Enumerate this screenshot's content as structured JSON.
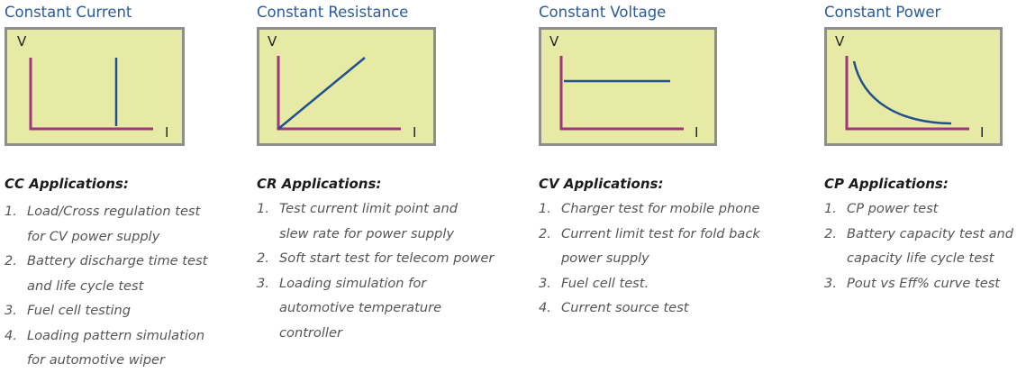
{
  "axes": {
    "y_label": "V",
    "x_label": "I"
  },
  "colors": {
    "title": "#2a5b9c",
    "graph_bg": "#e6eaa5",
    "graph_border": "#8e8e8e",
    "axis": "#a0357d",
    "curve": "#21508f"
  },
  "modes": [
    {
      "title": "Constant Current",
      "app_title": "CC Applications:",
      "curve_type": "vertical-line",
      "items": [
        {
          "num": "1.",
          "text": "Load/Cross regulation test for CV power supply"
        },
        {
          "num": "2.",
          "text": "Battery discharge time test and life cycle test"
        },
        {
          "num": "3.",
          "text": "Fuel cell testing"
        },
        {
          "num": "4.",
          "text": "Loading pattern simulation for automotive wiper"
        }
      ]
    },
    {
      "title": "Constant Resistance",
      "app_title": "CR Applications:",
      "curve_type": "diagonal-line",
      "items": [
        {
          "num": "1.",
          "text": "Test current limit point and slew rate for power supply"
        },
        {
          "num": "2.",
          "text": "Soft start test for telecom power"
        },
        {
          "num": "3.",
          "text": "Loading simulation for automotive temperature controller"
        }
      ]
    },
    {
      "title": "Constant Voltage",
      "app_title": "CV Applications:",
      "curve_type": "horizontal-line",
      "items": [
        {
          "num": "1.",
          "text": "Charger test for mobile phone"
        },
        {
          "num": "2.",
          "text": "Current limit test for fold back power supply"
        },
        {
          "num": "3.",
          "text": "Fuel cell test."
        },
        {
          "num": "4.",
          "text": "Current source test"
        }
      ]
    },
    {
      "title": "Constant Power",
      "app_title": "CP Applications:",
      "curve_type": "hyperbola",
      "items": [
        {
          "num": "1.",
          "text": "CP power test"
        },
        {
          "num": "2.",
          "text": "Battery capacity test and capacity life cycle test"
        },
        {
          "num": "3.",
          "text": "Pout vs Eff% curve test"
        }
      ]
    }
  ]
}
